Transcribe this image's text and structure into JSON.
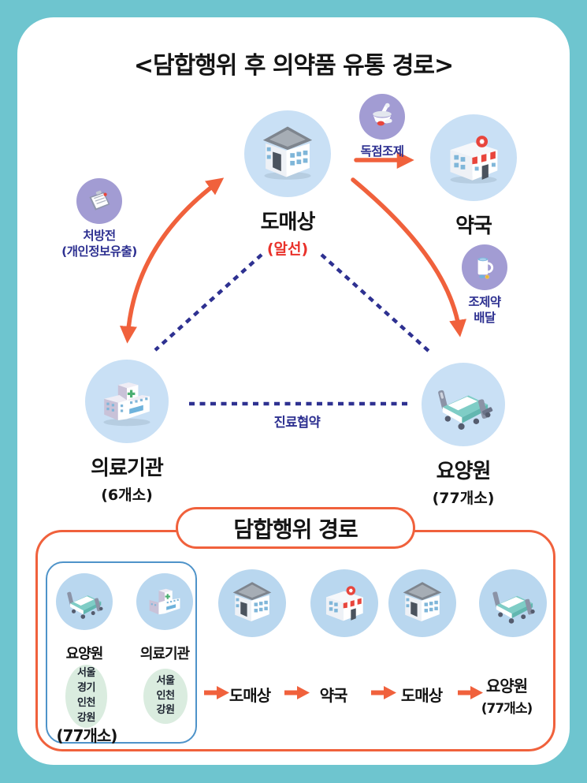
{
  "colors": {
    "teal-bg": "#6ec5cf",
    "orange": "#f0613c",
    "navy": "#2e3191",
    "red": "#e9322b",
    "circle-blue": "#c9e0f5",
    "circle-blue-sm": "#b9d7ef",
    "purple": "#a29cd3",
    "green-ellipse": "#daecdf",
    "box-blue": "#4e93c9"
  },
  "header": {
    "title": "<담합행위 후 의약품 유통 경로>"
  },
  "diagram": {
    "wholesaler": {
      "label": "도매상",
      "note": "(알선)"
    },
    "pharmacy": {
      "label": "약국"
    },
    "medical": {
      "label": "의료기관",
      "count": "(6개소)"
    },
    "nursing": {
      "label": "요양원",
      "count": "(77개소)"
    },
    "prescription_badge": {
      "line1": "처방전",
      "line2": "(개인정보유출)"
    },
    "monopoly_badge": {
      "label": "독점조제"
    },
    "delivery_badge": {
      "line1": "조제약",
      "line2": "배달"
    },
    "agreement_label": "진료협약"
  },
  "collusion": {
    "title": "담합행위 경로",
    "nursing_group": {
      "label": "요양원",
      "regions": [
        "서울",
        "경기",
        "인천",
        "강원"
      ],
      "count": "(77개소)"
    },
    "medical_group": {
      "label": "의료기관",
      "regions": [
        "서울",
        "인천",
        "강원"
      ]
    },
    "flow": [
      {
        "label": "도매상"
      },
      {
        "label": "약국"
      },
      {
        "label": "도매상"
      },
      {
        "label": "요양원",
        "count": "(77개소)"
      }
    ]
  }
}
